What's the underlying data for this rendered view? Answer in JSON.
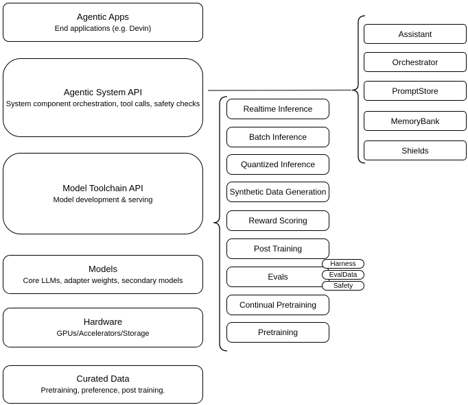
{
  "stack": [
    {
      "title": "Agentic Apps",
      "subtitle": "End applications (e.g. Devin)"
    },
    {
      "title": "Agentic System API",
      "subtitle": "System component orchestration, tool calls, safety checks"
    },
    {
      "title": "Model Toolchain API",
      "subtitle": "Model development & serving"
    },
    {
      "title": "Models",
      "subtitle": "Core LLMs, adapter weights, secondary models"
    },
    {
      "title": "Hardware",
      "subtitle": "GPUs/Accelerators/Storage"
    },
    {
      "title": "Curated Data",
      "subtitle": "Pretraining, preference, post training."
    }
  ],
  "toolchain_services": [
    "Realtime Inference",
    "Batch Inference",
    "Quantized Inference",
    "Synthetic Data Generation",
    "Reward Scoring",
    "Post Training",
    "Evals",
    "Continual Pretraining",
    "Pretraining"
  ],
  "eval_tags": [
    "Harness",
    "EvalData",
    "Safety"
  ],
  "system_components": [
    "Assistant",
    "Orchestrator",
    "PromptStore",
    "MemoryBank",
    "Shields"
  ],
  "colors": {
    "stroke": "#000000",
    "fill": "#ffffff",
    "text": "#000000",
    "connector": "#555555"
  }
}
